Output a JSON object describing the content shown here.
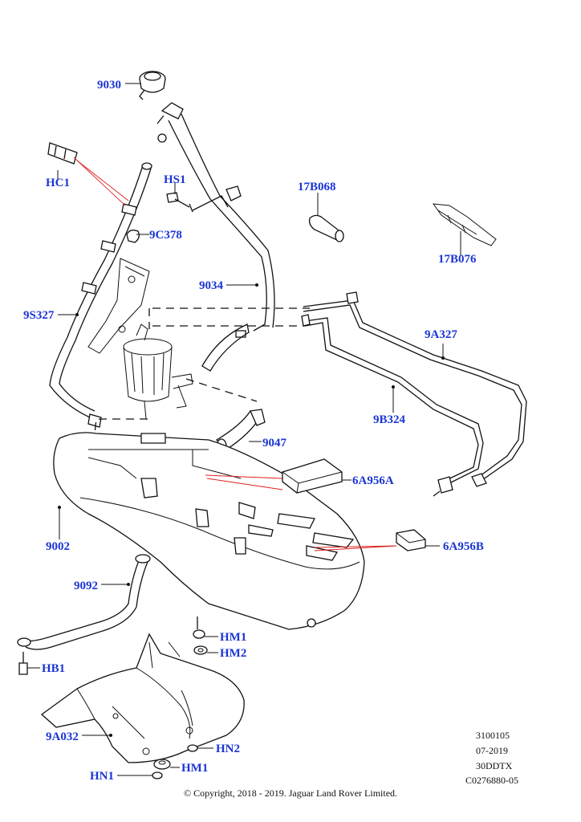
{
  "diagram": {
    "labels": {
      "p9030": "9030",
      "hc1": "HC1",
      "hs1": "HS1",
      "p17b068": "17B068",
      "p17b076": "17B076",
      "p9c378": "9C378",
      "p9034": "9034",
      "p9s327": "9S327",
      "p9a327": "9A327",
      "p9b324": "9B324",
      "p9047": "9047",
      "p6a956a": "6A956A",
      "p9002": "9002",
      "p6a956b": "6A956B",
      "p9092": "9092",
      "hm1_top": "HM1",
      "hm2": "HM2",
      "hb1": "HB1",
      "p9a032": "9A032",
      "hn2": "HN2",
      "hm1_bottom": "HM1",
      "hn1": "HN1"
    },
    "reference": {
      "code1": "3100105",
      "date": "07-2019",
      "model": "30DDTX",
      "code2": "C0276880-05"
    },
    "copyright": "© Copyright, 2018 - 2019. Jaguar Land Rover Limited."
  },
  "colors": {
    "label": "#1a35d4",
    "line": "#111111",
    "highlight": "#e02020"
  }
}
